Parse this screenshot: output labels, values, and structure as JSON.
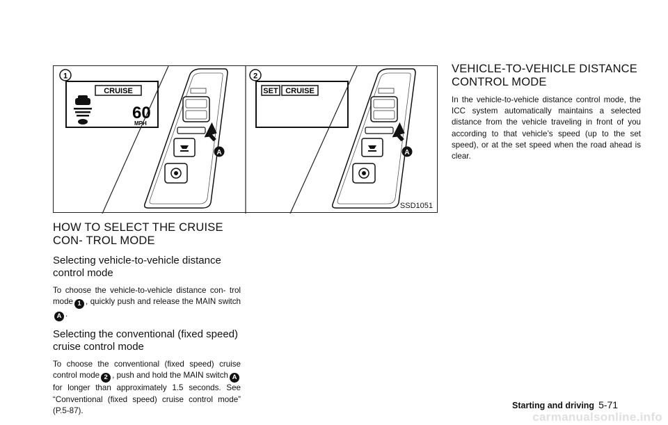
{
  "figure": {
    "code": "SSD1051",
    "panel1": {
      "marker": "1",
      "display_label": "CRUISE",
      "speed": "60",
      "unit": "MPH",
      "callout": "A"
    },
    "panel2": {
      "marker": "2",
      "display_set": "SET",
      "display_label": "CRUISE",
      "callout": "A"
    }
  },
  "left": {
    "heading": "HOW TO SELECT THE CRUISE CON- TROL MODE",
    "sub1": "Selecting vehicle-to-vehicle distance control mode",
    "p1a": "To choose the vehicle-to-vehicle distance con- trol mode",
    "p1_marker1": "1",
    "p1b": ", quickly push and release the MAIN switch",
    "p1_marker2": "A",
    "p1c": ".",
    "sub2": "Selecting the conventional (fixed speed) cruise control mode",
    "p2a": "To choose the conventional (fixed speed) cruise control mode",
    "p2_marker1": "2",
    "p2b": ", push and hold the MAIN switch",
    "p2_marker2": "A",
    "p2c": "for longer than approximately 1.5 seconds. See “Conventional (fixed speed) cruise control mode” (P.5-87)."
  },
  "right": {
    "heading": "VEHICLE-TO-VEHICLE DISTANCE CONTROL MODE",
    "p1": "In the vehicle-to-vehicle distance control mode, the ICC system automatically maintains a selected distance from the vehicle traveling in front of you according to that vehicle’s speed (up to the set speed), or at the set speed when the road ahead is clear."
  },
  "footer": {
    "section": "Starting and driving",
    "page": "5-71"
  },
  "watermark": "carmanualsonline.info"
}
